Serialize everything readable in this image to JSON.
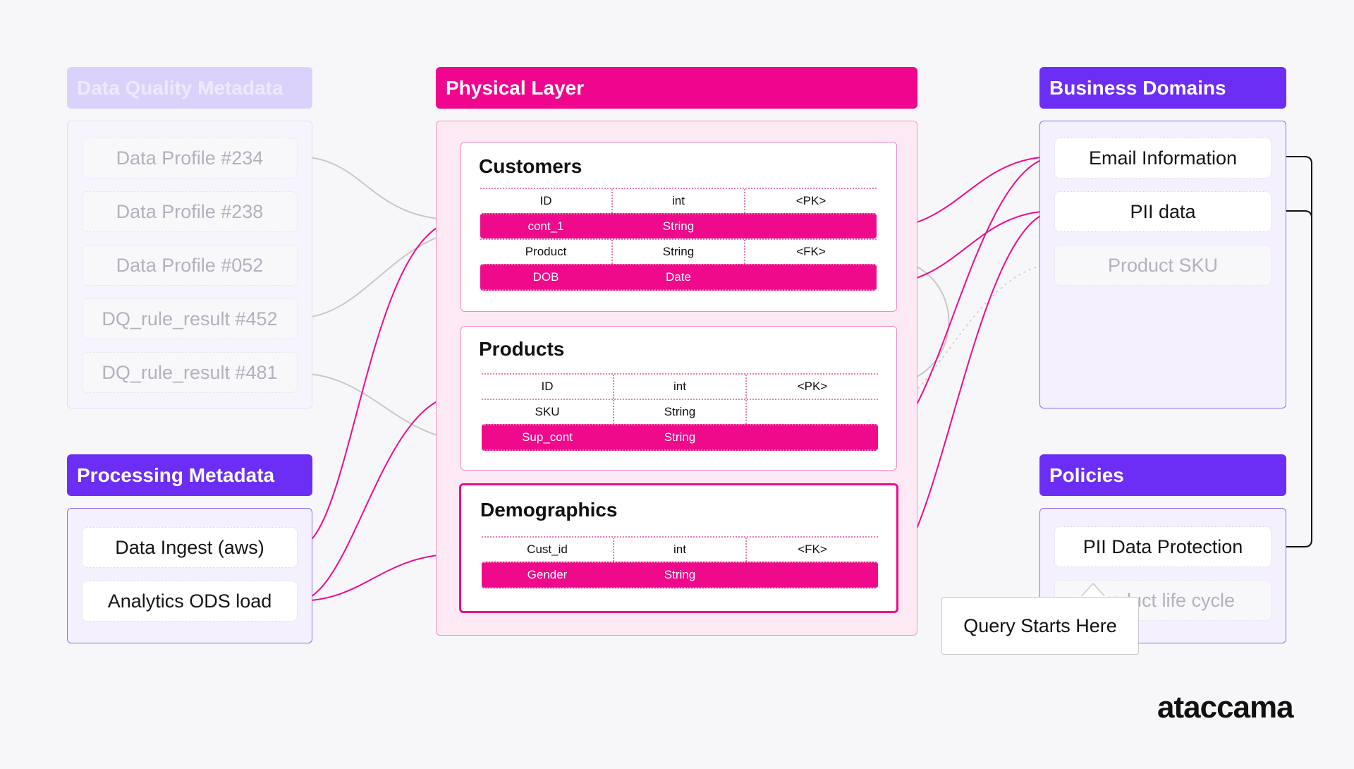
{
  "data_quality": {
    "title": "Data Quality Metadata",
    "items": [
      "Data Profile #234",
      "Data Profile #238",
      "Data Profile #052",
      "DQ_rule_result #452",
      "DQ_rule_result #481"
    ]
  },
  "processing": {
    "title": "Processing Metadata",
    "items": [
      "Data Ingest (aws)",
      "Analytics ODS load"
    ]
  },
  "physical": {
    "title": "Physical Layer",
    "tables": [
      {
        "name": "Customers",
        "rows": [
          {
            "cells": [
              "ID",
              "int",
              "<PK>"
            ],
            "highlight": false
          },
          {
            "cells": [
              "cont_1",
              "String",
              ""
            ],
            "highlight": true
          },
          {
            "cells": [
              "Product",
              "String",
              "<FK>"
            ],
            "highlight": false
          },
          {
            "cells": [
              "DOB",
              "Date",
              ""
            ],
            "highlight": true
          }
        ]
      },
      {
        "name": "Products",
        "rows": [
          {
            "cells": [
              "ID",
              "int",
              "<PK>"
            ],
            "highlight": false
          },
          {
            "cells": [
              "SKU",
              "String",
              ""
            ],
            "highlight": false
          },
          {
            "cells": [
              "Sup_cont",
              "String",
              ""
            ],
            "highlight": true
          }
        ]
      },
      {
        "name": "Demographics",
        "rows": [
          {
            "cells": [
              "Cust_id",
              "int",
              "<FK>"
            ],
            "highlight": false
          },
          {
            "cells": [
              "Gender",
              "String",
              ""
            ],
            "highlight": true
          }
        ]
      }
    ]
  },
  "business": {
    "title": "Business Domains",
    "items": [
      "Email Information",
      "PII data",
      "Product SKU"
    ]
  },
  "policies": {
    "title": "Policies",
    "items": [
      "PII Data Protection",
      "Product life cycle"
    ]
  },
  "tooltip": "Query Starts Here",
  "logo": "ataccama",
  "colors": {
    "pink": "#ee0a8b",
    "purple": "#6c2ef5",
    "gray_link": "#c8c8c8",
    "black_link": "#111111"
  }
}
